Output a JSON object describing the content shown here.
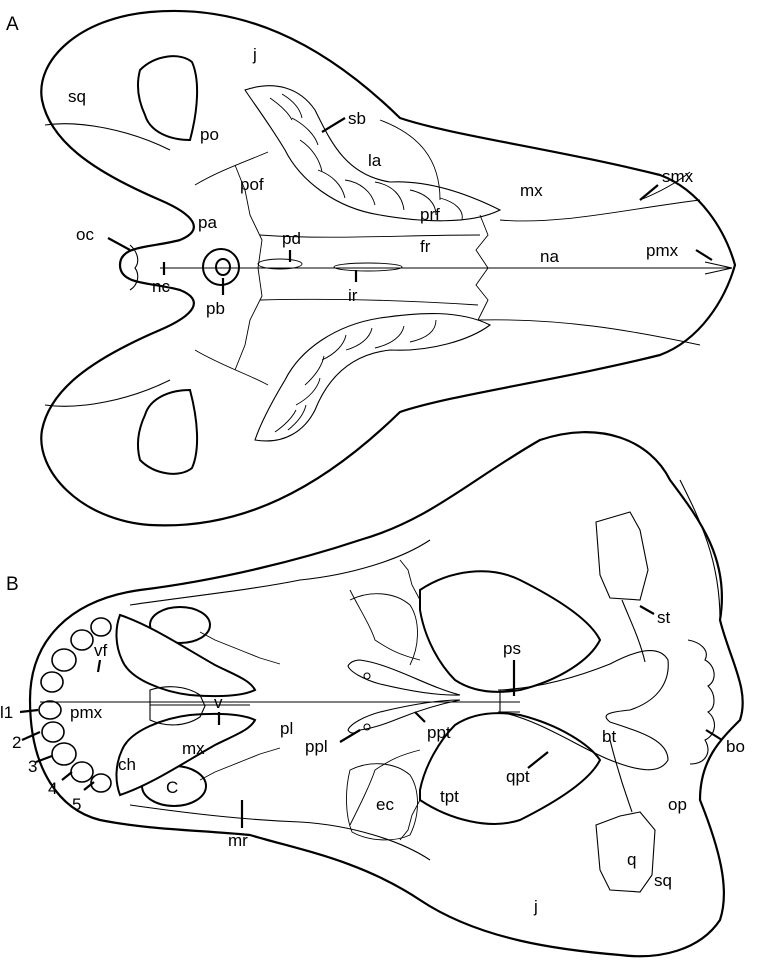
{
  "panels": {
    "a": "A",
    "b": "B"
  },
  "labels_a": {
    "j": "j",
    "sq": "sq",
    "po": "po",
    "sb": "sb",
    "la": "la",
    "pof": "pof",
    "mx": "mx",
    "smx": "smx",
    "prf": "prf",
    "oc": "oc",
    "pa": "pa",
    "pd": "pd",
    "fr": "fr",
    "na": "na",
    "pmx": "pmx",
    "nc": "nc",
    "pb": "pb",
    "ir": "ir"
  },
  "labels_b": {
    "st": "st",
    "ps": "ps",
    "vf": "vf",
    "l1": "l1",
    "pmx": "pmx",
    "v": "v",
    "pl": "pl",
    "ppl": "ppl",
    "ppt": "ppt",
    "bt": "bt",
    "bo": "bo",
    "t2": "2",
    "t3": "3",
    "t4": "4",
    "t5": "5",
    "ch": "ch",
    "mx": "mx",
    "c": "C",
    "ec": "ec",
    "tpt": "tpt",
    "qpt": "qpt",
    "op": "op",
    "mr": "mr",
    "q": "q",
    "sq": "sq",
    "j": "j"
  }
}
